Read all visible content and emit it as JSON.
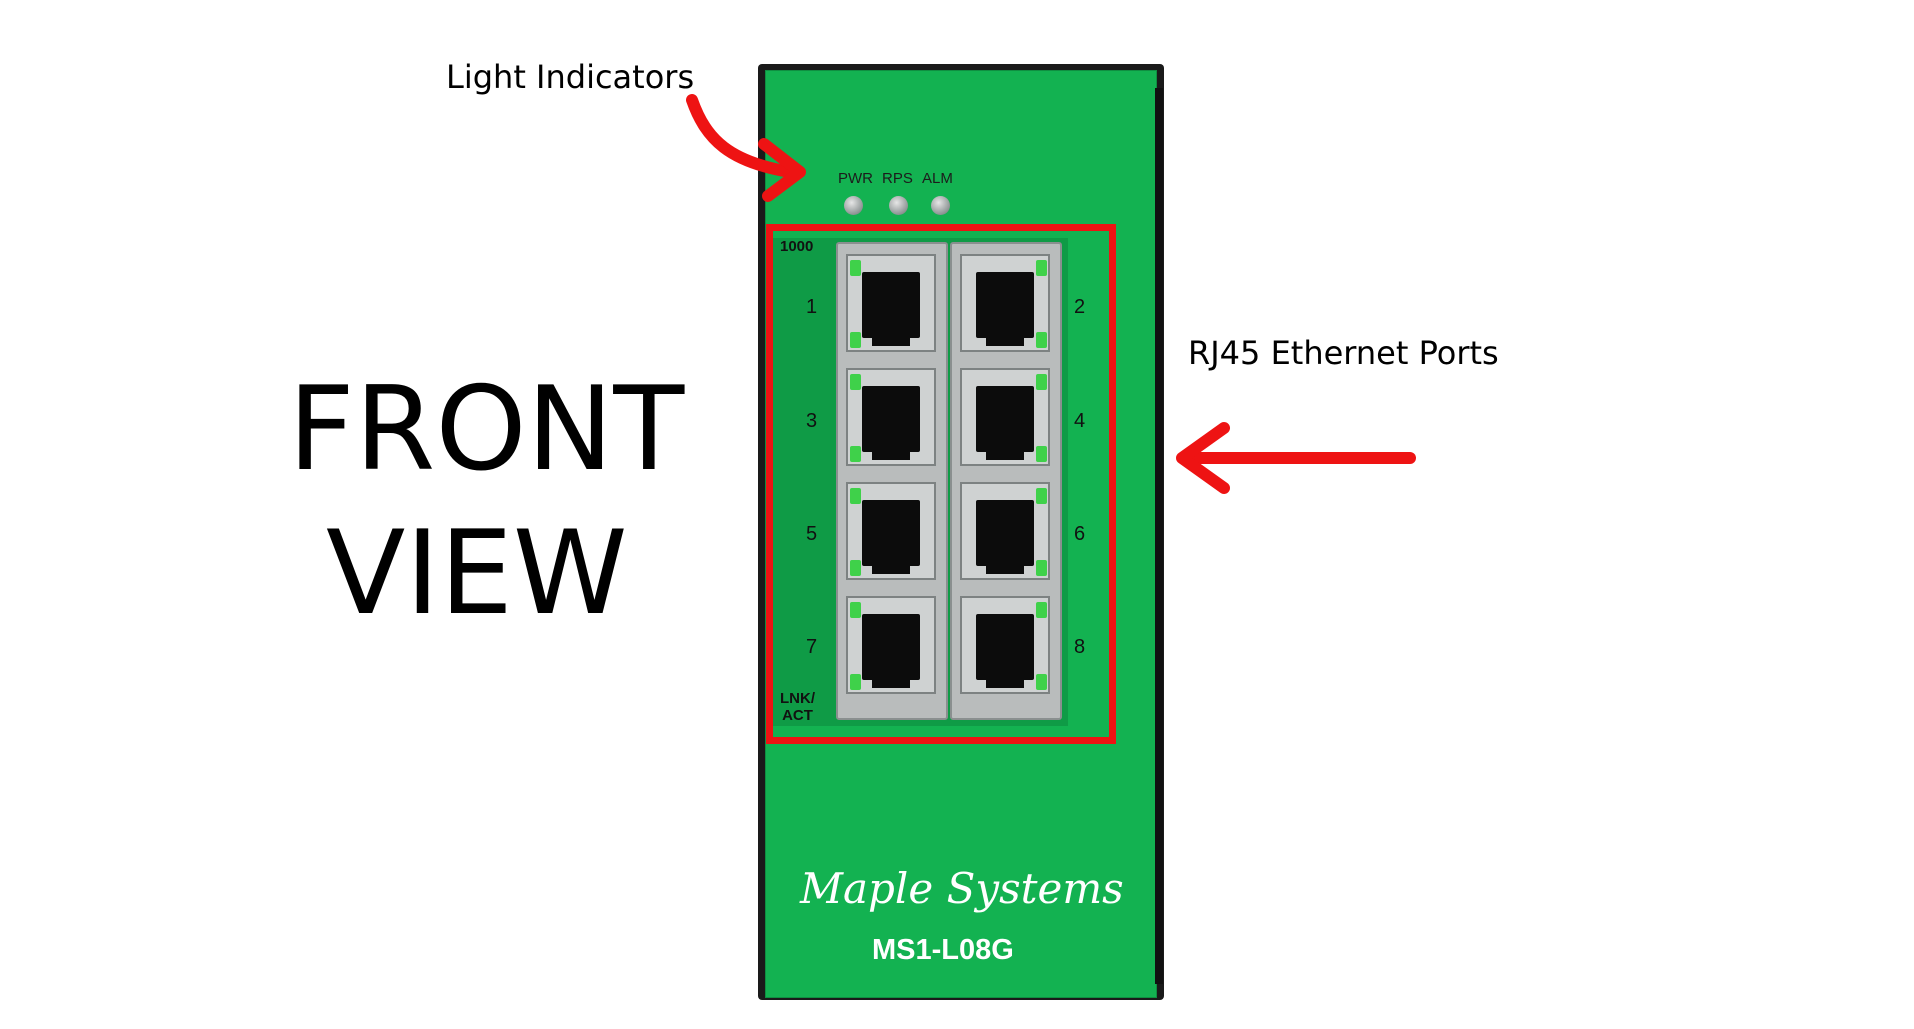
{
  "title": {
    "line1": "FRONT",
    "line2": "VIEW"
  },
  "annotations": {
    "light_indicators": "Light Indicators",
    "ethernet_ports": "RJ45 Ethernet Ports"
  },
  "leds": {
    "pwr": "PWR",
    "rps": "RPS",
    "alm": "ALM"
  },
  "ports": {
    "speed_header": "1000",
    "activity_line1": "LNK/",
    "activity_line2": "ACT",
    "left": [
      "1",
      "3",
      "5",
      "7"
    ],
    "right": [
      "2",
      "4",
      "6",
      "8"
    ]
  },
  "device": {
    "brand": "Maple Systems",
    "model": "MS1-L08G"
  },
  "colors": {
    "body": "#13b251",
    "highlight": "#ee1313",
    "arrow": "#ee1313"
  }
}
